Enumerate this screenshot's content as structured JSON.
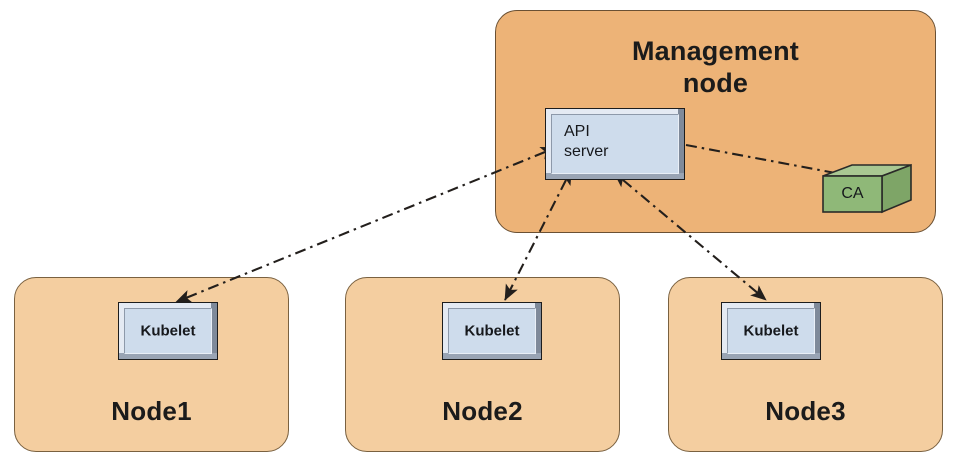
{
  "diagram": {
    "title_visible": false,
    "background": "#ffffff",
    "colors": {
      "management_node_fill": "#edb377",
      "node_fill": "#f4cea0",
      "component_fill": "#cedcec",
      "component_frame": "#b9c3d2",
      "ca_front_fill": "#8fb878",
      "ca_top_fill": "#a9c892",
      "ca_side_fill": "#7ea567",
      "line_color": "#231f1c",
      "outline_color": "#6b5135"
    }
  },
  "management": {
    "label_line1": "Management",
    "label_line2": "node",
    "api_server": {
      "label_line1": "API",
      "label_line2": "server"
    },
    "ca": {
      "label": "CA"
    }
  },
  "nodes": [
    {
      "label": "Node1",
      "component": "Kubelet"
    },
    {
      "label": "Node2",
      "component": "Kubelet"
    },
    {
      "label": "Node3",
      "component": "Kubelet"
    }
  ],
  "connections": [
    {
      "name": "api-server-to-ca",
      "from": "API server",
      "to": "CA",
      "style": "dash-dot",
      "arrow": "to-target"
    },
    {
      "name": "api-server-to-node1-kubelet",
      "from": "API server",
      "to": "Node1 Kubelet",
      "style": "dash-dot",
      "arrow": "bidirectional"
    },
    {
      "name": "api-server-to-node2-kubelet",
      "from": "API server",
      "to": "Node2 Kubelet",
      "style": "dash-dot",
      "arrow": "bidirectional"
    },
    {
      "name": "api-server-to-node3-kubelet",
      "from": "API server",
      "to": "Node3 Kubelet",
      "style": "dash-dot",
      "arrow": "bidirectional"
    }
  ]
}
